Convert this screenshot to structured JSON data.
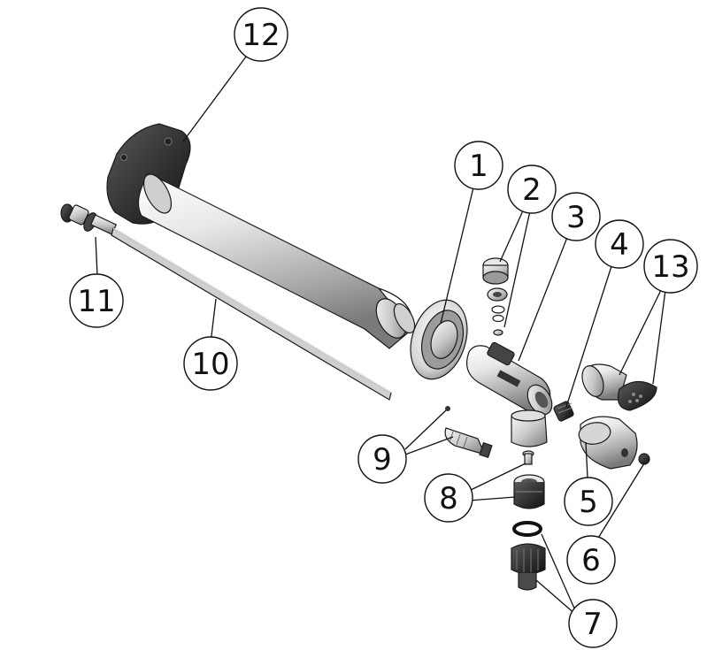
{
  "diagram": {
    "kind": "exploded-view",
    "colors": {
      "metal_light": "#e6e6e6",
      "metal_mid": "#bdbdbd",
      "metal_dark": "#6e6e6e",
      "rubber": "#1c1c1c",
      "line": "#111111"
    },
    "callouts": {
      "c1": "1",
      "c2": "2",
      "c3": "3",
      "c4": "4",
      "c5": "5",
      "c6": "6",
      "c7": "7",
      "c8": "8",
      "c9": "9",
      "c10": "10",
      "c11": "11",
      "c12": "12",
      "c13": "13"
    }
  }
}
